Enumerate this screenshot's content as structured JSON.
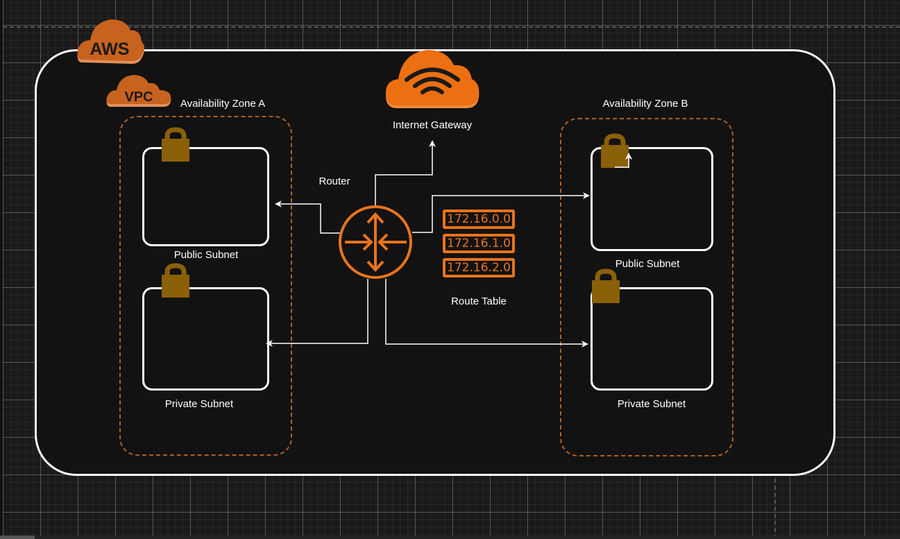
{
  "diagram": {
    "title": "AWS VPC Architecture",
    "aws_badge": "AWS",
    "vpc_badge": "VPC",
    "internet_gateway": {
      "label": "Internet Gateway",
      "icon": "cloud-wifi-icon"
    },
    "router": {
      "label": "Router",
      "icon": "router-icon"
    },
    "route_table": {
      "label": "Route Table",
      "entries": [
        "172.16.0.0",
        "172.16.1.0",
        "172.16.2.0"
      ]
    },
    "availability_zones": [
      {
        "name": "Availability Zone A",
        "subnets": [
          {
            "label": "Public Subnet",
            "icon": "lock-icon"
          },
          {
            "label": "Private Subnet",
            "icon": "lock-icon"
          }
        ]
      },
      {
        "name": "Availability Zone B",
        "subnets": [
          {
            "label": "Public Subnet",
            "icon": "lock-icon"
          },
          {
            "label": "Private Subnet",
            "icon": "lock-icon"
          }
        ]
      }
    ],
    "connections": [
      {
        "from": "Router",
        "to": "Internet Gateway"
      },
      {
        "from": "Router",
        "to": "Availability Zone A / Public Subnet"
      },
      {
        "from": "Router",
        "to": "Availability Zone A / Private Subnet"
      },
      {
        "from": "Router",
        "to": "Availability Zone B / Public Subnet"
      },
      {
        "from": "Router",
        "to": "Availability Zone B / Private Subnet"
      }
    ],
    "colors": {
      "aws_orange": "#e8731c",
      "badge_orange": "#c8621f",
      "lock_gold": "#8a6008",
      "zone_dash": "#b06020",
      "frame": "#ffffff",
      "background": "#121212"
    }
  }
}
